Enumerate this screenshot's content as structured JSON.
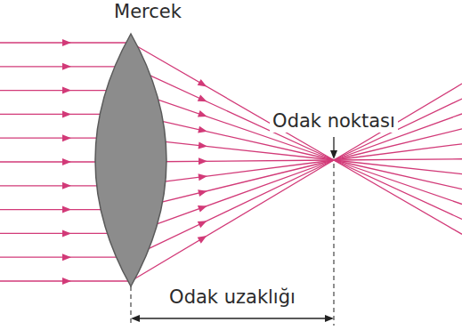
{
  "diagram": {
    "labels": [
      "Mercek",
      "Odak noktası",
      "Odak uzaklığı"
    ]
  }
}
